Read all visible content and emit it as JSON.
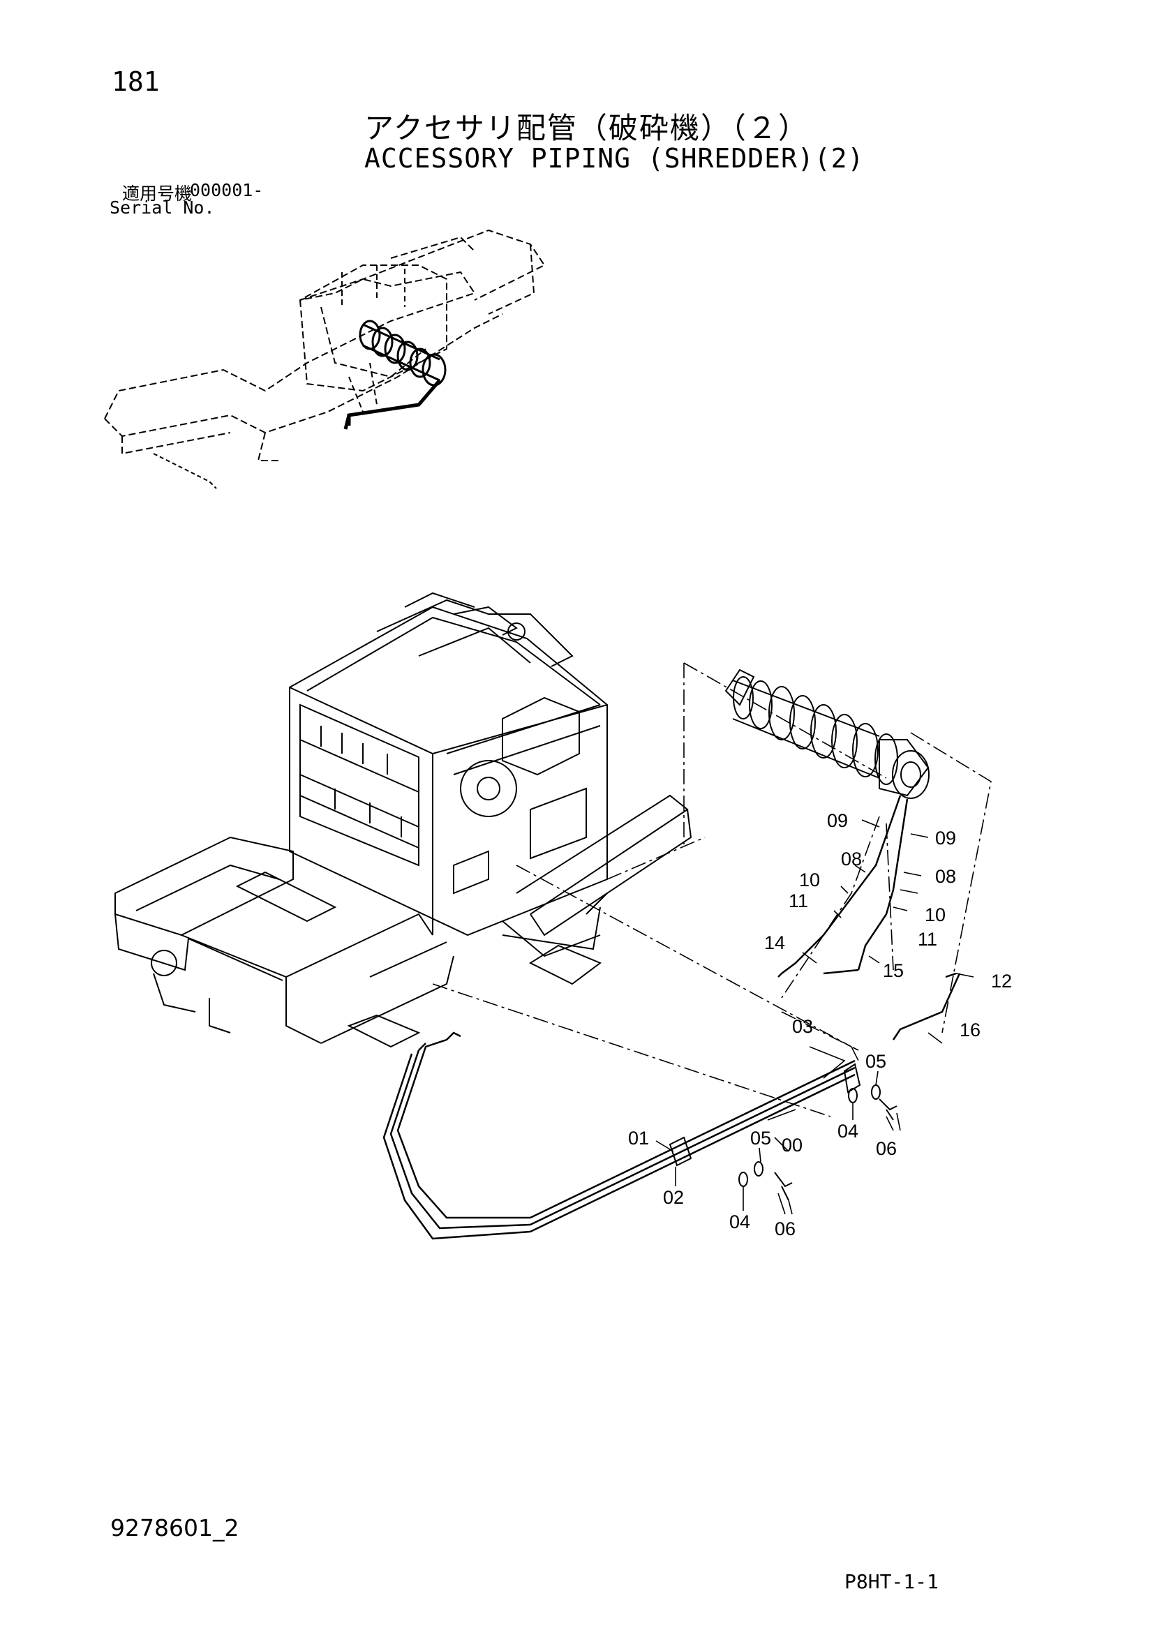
{
  "header": {
    "page_number": "181",
    "title_jp": "アクセサリ配管（破砕機）（２）",
    "title_en": "ACCESSORY PIPING (SHREDDER)(2)",
    "serial_label_jp": "適用号機",
    "serial_value": "000001-",
    "serial_label_en": "Serial No."
  },
  "callouts": {
    "c00": "00",
    "c01": "01",
    "c02": "02",
    "c03": "03",
    "c04a": "04",
    "c04b": "04",
    "c05a": "05",
    "c05b": "05",
    "c06a": "06",
    "c06b": "06",
    "c08a": "08",
    "c08b": "08",
    "c09a": "09",
    "c09b": "09",
    "c10a": "10",
    "c10b": "10",
    "c11a": "11",
    "c11b": "11",
    "c12": "12",
    "c14": "14",
    "c15": "15",
    "c16": "16"
  },
  "footer": {
    "doc_number": "9278601_2",
    "sheet_code": "P8HT-1-1"
  }
}
